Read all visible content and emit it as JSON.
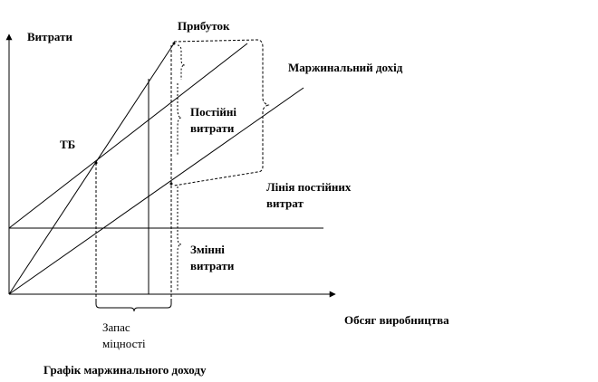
{
  "axis": {
    "y_label": "Витрати",
    "x_label": "Обсяг виробництва"
  },
  "labels": {
    "profit": "Прибуток",
    "marginal_income": "Маржинальний дохід",
    "fixed_costs": "Постійні витрати",
    "fixed_costs_line": "Лінія постійних витрат",
    "variable_costs": "Змінні витрати",
    "break_even": "ТБ",
    "safety_margin": "Запас міцності"
  },
  "caption": "Графік маржинального доходу",
  "colors": {
    "line": "#000000",
    "background": "#ffffff"
  }
}
